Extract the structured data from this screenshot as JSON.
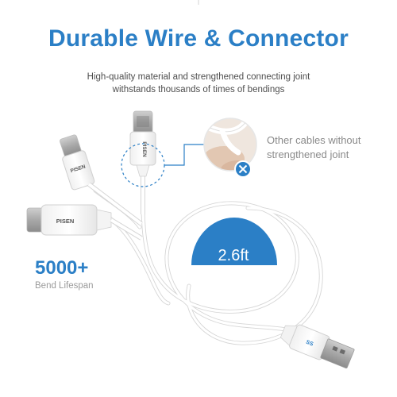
{
  "headline": "Durable Wire & Connector",
  "subtitle": {
    "line1": "High-quality material and strengthened connecting joint",
    "line2": "withstands thousands of times of bendings"
  },
  "comparison": {
    "line1": "Other cables without",
    "line2": "strengthened joint"
  },
  "stats": {
    "count": "5000+",
    "label": "Bend Lifespan"
  },
  "cable_length": "2.6ft",
  "brand": {
    "logo_text": "PISEN",
    "usb_marking": "SS"
  },
  "colors": {
    "accent": "#2b7fc6",
    "cable": "#ffffff",
    "cable_outline": "#d6d6d6",
    "cross_badge": "#2b7fc6"
  },
  "icons": {
    "cross": "close-icon",
    "usb_logo": "usb-ss-icon"
  }
}
